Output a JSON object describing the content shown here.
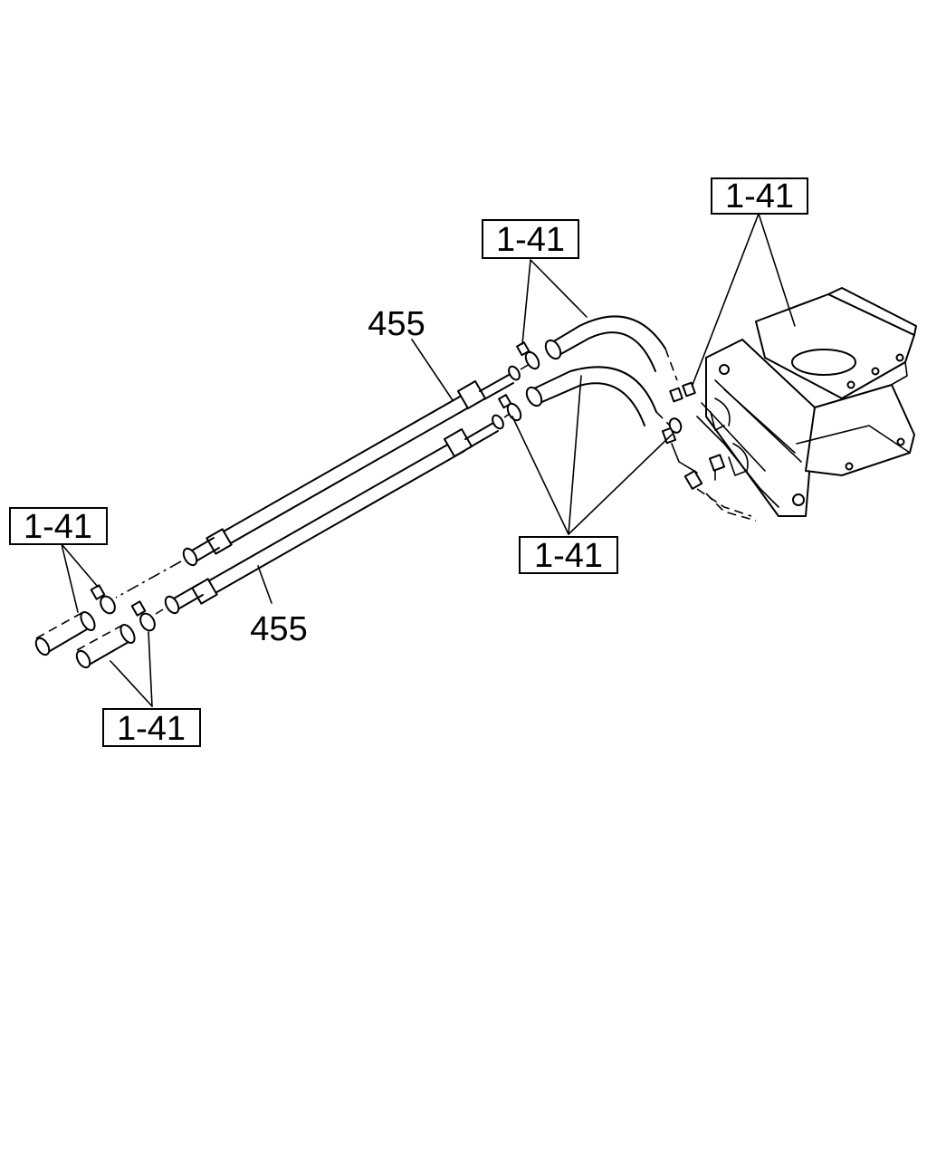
{
  "callouts": {
    "ref_top_right": "1-41",
    "ref_top_middle": "1-41",
    "ref_bottom_middle": "1-41",
    "ref_left_upper": "1-41",
    "ref_left_lower": "1-41",
    "part_upper_hose": "455",
    "part_lower_hose": "455"
  }
}
